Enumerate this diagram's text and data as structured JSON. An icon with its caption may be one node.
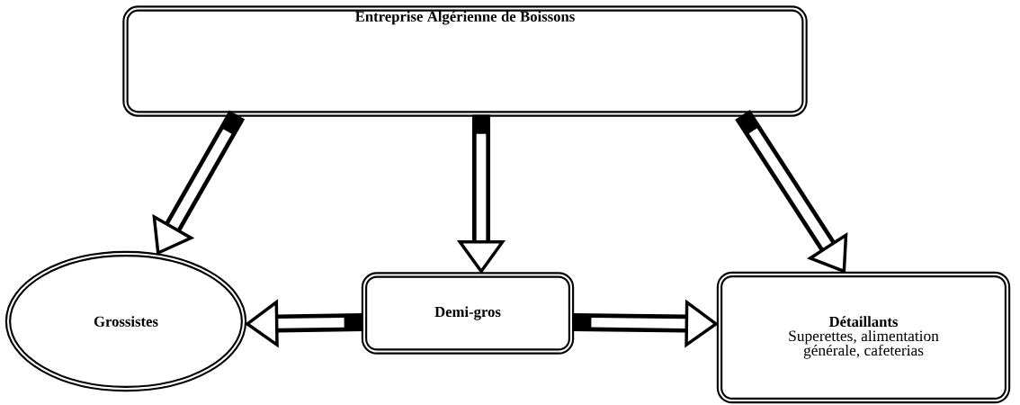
{
  "diagram": {
    "nodes": [
      {
        "text": [
          "Entreprise Algérienne de Boissons"
        ]
      },
      {
        "text": [
          "Grossistes"
        ]
      },
      {
        "text": [
          "Demi-gros"
        ]
      },
      {
        "text": [
          "Détaillants",
          "Superettes, alimentation générale, cafeterias"
        ]
      }
    ],
    "edges": [
      {
        "from": 0,
        "to": 1,
        "arrow": "to"
      },
      {
        "from": 0,
        "to": 2,
        "arrow": "to"
      },
      {
        "from": 0,
        "to": 3,
        "arrow": "to"
      },
      {
        "from": 2,
        "to": 1,
        "arrow": "to"
      },
      {
        "from": 2,
        "to": 3,
        "arrow": "to"
      }
    ]
  }
}
